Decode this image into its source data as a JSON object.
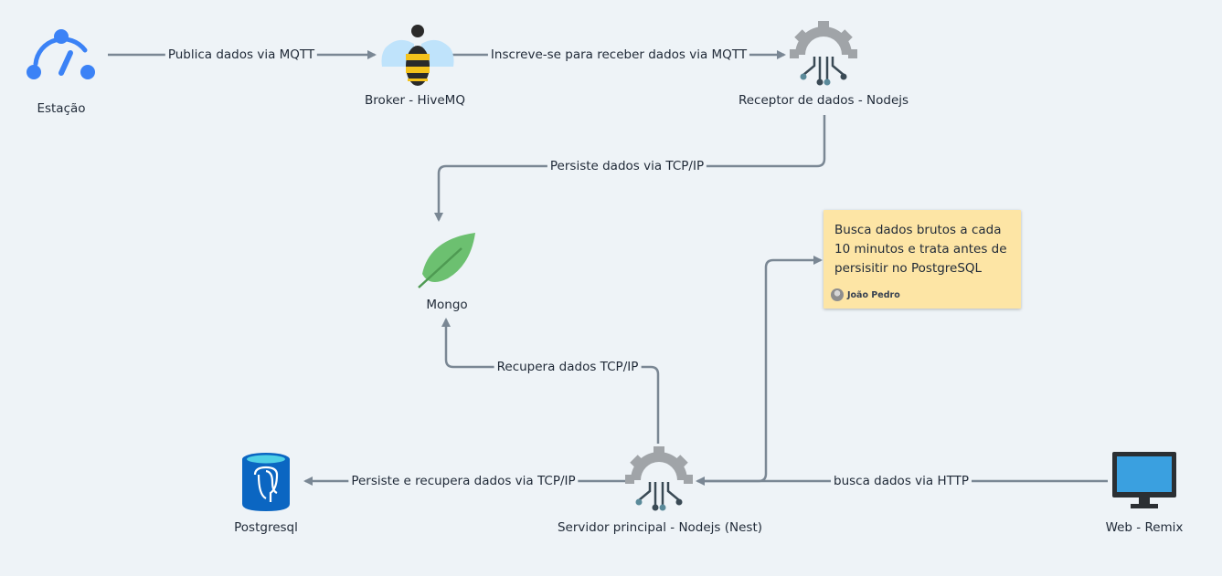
{
  "nodes": {
    "estacao": {
      "label": "Estação",
      "icon": "gauge-icon"
    },
    "broker": {
      "label": "Broker - HiveMQ",
      "icon": "bee-icon"
    },
    "receptor": {
      "label": "Receptor de dados - Nodejs",
      "icon": "gear-circuit-icon"
    },
    "mongo": {
      "label": "Mongo",
      "icon": "leaf-icon"
    },
    "postgres": {
      "label": "Postgresql",
      "icon": "postgresql-database-icon"
    },
    "servidor": {
      "label": "Servidor principal - Nodejs (Nest)",
      "icon": "gear-circuit-icon"
    },
    "web": {
      "label": "Web - Remix",
      "icon": "monitor-icon"
    }
  },
  "edges": {
    "estacao_broker": "Publica dados via MQTT",
    "broker_receptor": "Inscreve-se para receber dados via MQTT",
    "receptor_mongo": "Persiste dados via TCP/IP",
    "servidor_mongo": "Recupera dados TCP/IP",
    "servidor_postgres": "Persiste e recupera dados via TCP/IP",
    "web_servidor": "busca dados via HTTP"
  },
  "note": {
    "text": "Busca dados brutos a cada 10 minutos e trata antes de persisitir no PostgreSQL",
    "author": "João Pedro"
  },
  "colors": {
    "background": "#eef3f7",
    "edge": "#7a8794",
    "note": "#fde5a5",
    "accent_blue": "#3b82f6",
    "leaf_green": "#6cc070",
    "postgres_blue": "#0b66c2",
    "monitor_screen": "#3aa0e0",
    "gear_gray": "#a0a4a8"
  }
}
